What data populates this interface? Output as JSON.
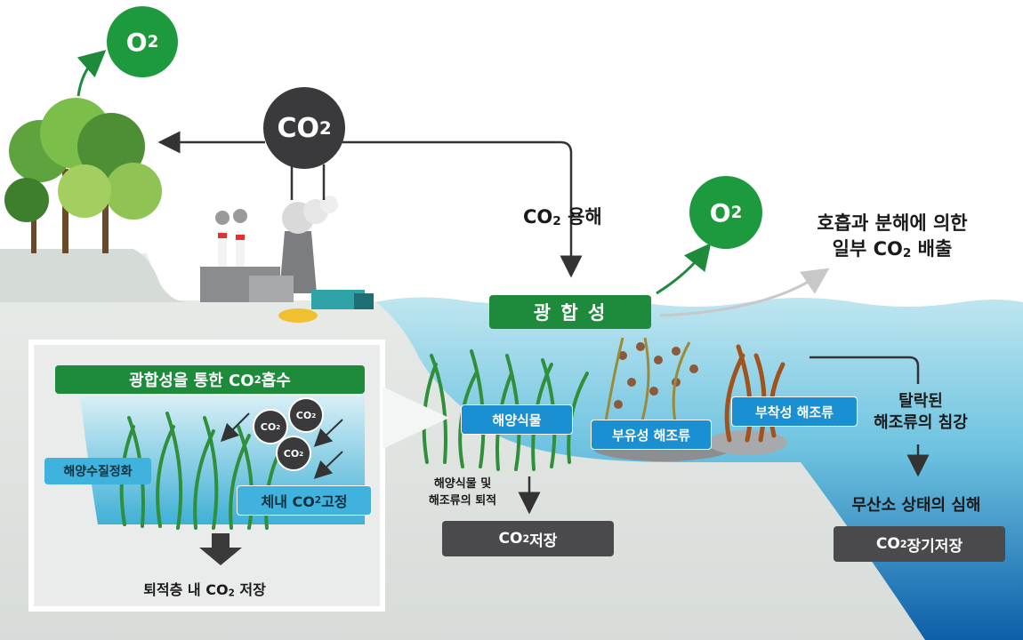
{
  "o2_label": "O",
  "o2_sub": "2",
  "co2_label": "CO",
  "co2_sub": "2",
  "labels": {
    "co2_dissolve_pre": "CO",
    "co2_dissolve_sub": "2",
    "co2_dissolve_post": " 용해",
    "photosynthesis": "광 합 성",
    "release_line1": "호흡과 분해에 의한",
    "release_line2_pre": "일부 CO",
    "release_line2_sub": "2",
    "release_line2_post": " 배출",
    "seagrass": "해양식물",
    "floating_algae": "부유성 해조류",
    "attached_algae": "부착성 해조류",
    "sinking_line1": "탈락된",
    "sinking_line2": "해조류의 침강",
    "deposition_line1": "해양식물 및",
    "deposition_line2": "해조류의 퇴적",
    "storage_pre": "CO",
    "storage_sub": "2",
    "storage_post": " 저장",
    "anoxic": "무산소 상태의 심해",
    "longterm_pre": "CO",
    "longterm_sub": "2",
    "longterm_post": " 장기저장"
  },
  "inset": {
    "title_pre": "광합성을 통한 CO",
    "title_sub": "2",
    "title_post": " 흡수",
    "water_purification": "해양수질정화",
    "fixation_pre": "체내 CO",
    "fixation_sub": "2",
    "fixation_post": " 고정",
    "sediment_pre": "퇴적층 내 CO",
    "sediment_sub": "2",
    "sediment_post": " 저장",
    "bubble_label": "CO",
    "bubble_sub": "2"
  },
  "colors": {
    "green": "#1e8a3c",
    "blue_tag": "#1a8fd1",
    "gray_box": "#4a4a4c",
    "sea_light": "#a8dcea",
    "sea_deep": "#0d5fa8"
  }
}
